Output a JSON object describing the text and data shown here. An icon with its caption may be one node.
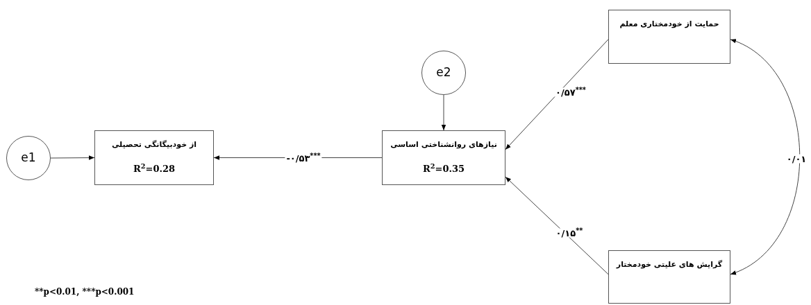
{
  "diagram": {
    "nodes": [
      {
        "text": [
          "e1"
        ]
      },
      {
        "text": [
          "از خودبیگانگی تحصیلی",
          "R$^{2}$=0.28"
        ]
      },
      {
        "text": [
          "e2"
        ]
      },
      {
        "text": [
          "نیازهای روانشناختی اساسی",
          "R$^{2}$=0.35"
        ]
      },
      {
        "text": [
          "حمایت از خودمختاری معلم"
        ]
      },
      {
        "text": [
          "گرایش های علیتی خودمختار"
        ]
      }
    ],
    "edges": [
      {
        "from": 0,
        "to": 1,
        "arrow": "to"
      },
      {
        "from": 3,
        "to": 1,
        "arrow": "to",
        "label": "-۰/۵۳$^{***}$"
      },
      {
        "from": 2,
        "to": 3,
        "arrow": "to"
      },
      {
        "from": 4,
        "to": 3,
        "arrow": "to",
        "label": "۰/۵۷$^{***}$"
      },
      {
        "from": 5,
        "to": 3,
        "arrow": "to",
        "label": "۰/۱۵$^{**}$"
      },
      {
        "from": 4,
        "to": 5,
        "arrow": "both",
        "label": "۰/۰۱"
      }
    ],
    "labels": [
      "**p<0.01, ***p<0.001"
    ]
  }
}
